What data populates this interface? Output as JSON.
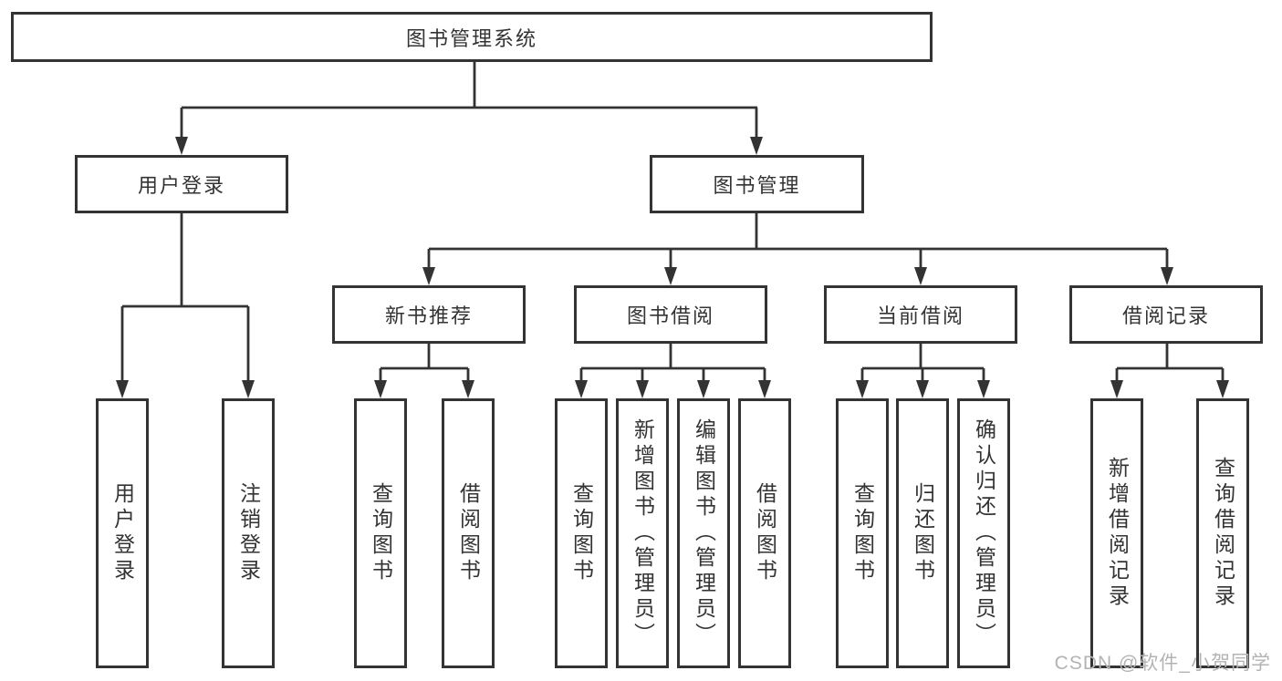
{
  "root": {
    "label": "图书管理系统"
  },
  "level2": {
    "user_login": {
      "label": "用户登录"
    },
    "book_mgmt": {
      "label": "图书管理"
    }
  },
  "level3": {
    "new_books": {
      "label": "新书推荐"
    },
    "book_borrow": {
      "label": "图书借阅"
    },
    "current_borrow": {
      "label": "当前借阅"
    },
    "borrow_records": {
      "label": "借阅记录"
    }
  },
  "leaves": {
    "user_login_leaf": {
      "label": "用户登录"
    },
    "logout_leaf": {
      "label": "注销登录"
    },
    "nb_query_books": {
      "label": "查询图书"
    },
    "nb_borrow_books": {
      "label": "借阅图书"
    },
    "bb_query_books": {
      "label": "查询图书"
    },
    "bb_add_books_admin": {
      "label": "新增图书（管理员）"
    },
    "bb_edit_books_admin": {
      "label": "编辑图书（管理员）"
    },
    "bb_borrow_books": {
      "label": "借阅图书"
    },
    "cb_query_books": {
      "label": "查询图书"
    },
    "cb_return_books": {
      "label": "归还图书"
    },
    "cb_confirm_return_admin": {
      "label": "确认归还（管理员）"
    },
    "br_add_record": {
      "label": "新增借阅记录"
    },
    "br_query_record": {
      "label": "查询借阅记录"
    }
  },
  "watermark": {
    "text": "CSDN @软件_小贺同学"
  },
  "colors": {
    "line": "#333333",
    "text": "#333333",
    "background": "#ffffff",
    "watermark": "#b3b3b3"
  }
}
